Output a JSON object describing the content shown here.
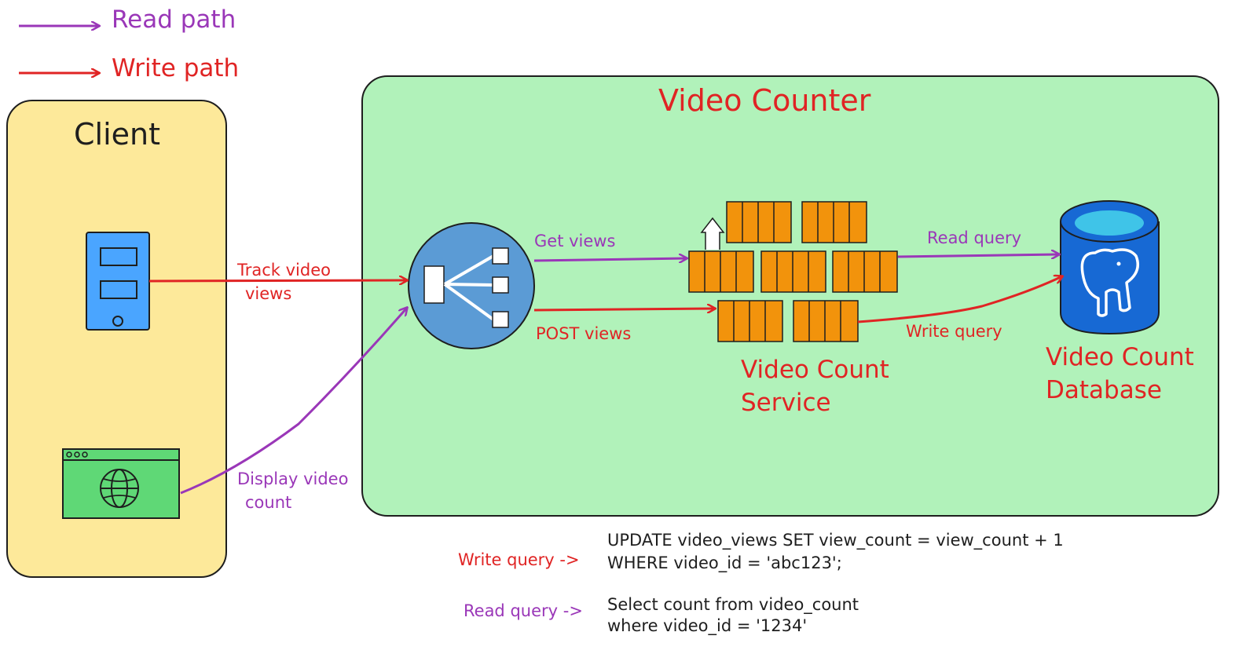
{
  "legend": {
    "read_path": "Read path",
    "write_path": "Write path",
    "read_color": "#9a37b8",
    "write_color": "#e02424"
  },
  "client": {
    "title": "Client",
    "fill": "#fde99a",
    "icons": [
      "mobile-device-icon",
      "browser-window-icon"
    ]
  },
  "counter": {
    "title": "Video Counter",
    "fill": "#b1f2ba",
    "icons": [
      "load-balancer-icon",
      "container-cluster-icon",
      "postgres-database-icon"
    ]
  },
  "arrows": {
    "track_views": {
      "line1": "Track video",
      "line2": "views"
    },
    "display_count": {
      "line1": "Display video",
      "line2": "count"
    },
    "get_views": "Get views",
    "post_views": "POST views",
    "read_query": "Read query",
    "write_query": "Write query"
  },
  "service": {
    "line1": "Video Count",
    "line2": "Service"
  },
  "database": {
    "line1": "Video Count",
    "line2": "Database"
  },
  "queries": {
    "write_label": "Write query ->",
    "write_sql_line1": "UPDATE video_views SET view_count = view_count + 1",
    "write_sql_line2": "WHERE video_id = 'abc123';",
    "read_label": "Read query ->",
    "read_sql_line1": "Select count from video_count",
    "read_sql_line2": "where video_id = '1234'"
  }
}
